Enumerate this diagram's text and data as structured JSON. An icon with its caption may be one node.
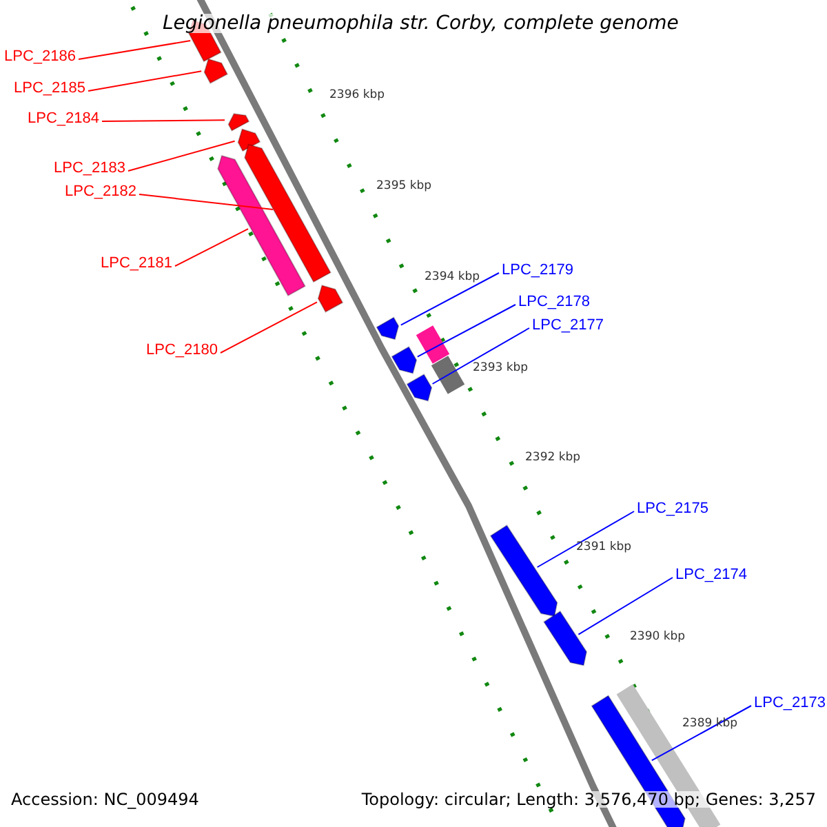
{
  "diagram": {
    "title": "Legionella pneumophila str. Corby, complete genome",
    "nodes": [
      {
        "text": [
          "LPC_2186"
        ]
      },
      {
        "text": [],
        "shape": "arrow"
      },
      {
        "text": [
          "LPC_2185"
        ]
      },
      {
        "text": [],
        "shape": "arrow"
      },
      {
        "text": [
          "LPC_2184"
        ]
      },
      {
        "text": [],
        "shape": "arrow"
      },
      {
        "text": [
          "LPC_2183"
        ]
      },
      {
        "text": [],
        "shape": "arrow"
      },
      {
        "text": [
          "LPC_2182"
        ]
      },
      {
        "text": [],
        "shape": "arrow"
      },
      {
        "text": [
          "LPC_2181"
        ]
      },
      {
        "text": [],
        "shape": "arrow"
      },
      {
        "text": [
          "LPC_2180"
        ]
      },
      {
        "text": [],
        "shape": "arrow"
      },
      {
        "text": [
          "LPC_2179"
        ]
      },
      {
        "text": [],
        "shape": "arrow"
      },
      {
        "text": [
          "LPC_2178"
        ]
      },
      {
        "text": [],
        "shape": "arrow"
      },
      {
        "text": [
          "LPC_2177"
        ]
      },
      {
        "text": [],
        "shape": "arrow"
      },
      {
        "text": [
          "LPC_2175"
        ]
      },
      {
        "text": [],
        "shape": "arrow"
      },
      {
        "text": [
          "LPC_2174"
        ]
      },
      {
        "text": [],
        "shape": "arrow"
      },
      {
        "text": [
          "LPC_2173"
        ]
      },
      {
        "text": [],
        "shape": "arrow"
      },
      {
        "text": [],
        "shape": "bar"
      },
      {
        "text": [],
        "shape": "bar"
      },
      {
        "text": [],
        "shape": "bar"
      }
    ],
    "edges": [
      {
        "from": 0,
        "to": 1,
        "arrow": "none"
      },
      {
        "from": 2,
        "to": 3,
        "arrow": "none"
      },
      {
        "from": 4,
        "to": 5,
        "arrow": "none"
      },
      {
        "from": 6,
        "to": 7,
        "arrow": "none"
      },
      {
        "from": 8,
        "to": 9,
        "arrow": "none"
      },
      {
        "from": 10,
        "to": 11,
        "arrow": "none"
      },
      {
        "from": 12,
        "to": 13,
        "arrow": "none"
      },
      {
        "from": 14,
        "to": 15,
        "arrow": "none",
        "color": "#0000ff"
      },
      {
        "from": 16,
        "to": 17,
        "arrow": "none",
        "color": "#0000ff"
      },
      {
        "from": 18,
        "to": 19,
        "arrow": "none",
        "color": "#0000ff"
      },
      {
        "from": 20,
        "to": 21,
        "arrow": "none",
        "color": "#0000ff"
      },
      {
        "from": 22,
        "to": 23,
        "arrow": "none",
        "color": "#0000ff"
      },
      {
        "from": 24,
        "to": 25,
        "arrow": "none",
        "color": "#0000ff"
      }
    ],
    "labels": [
      "2396 kbp",
      "2395 kbp",
      "2394 kbp",
      "2393 kbp",
      "2392 kbp",
      "2391 kbp",
      "2390 kbp",
      "2389 kbp",
      "Accession: NC_009494",
      "Topology: circular; Length: 3,576,470 bp; Genes: 3,257"
    ]
  }
}
